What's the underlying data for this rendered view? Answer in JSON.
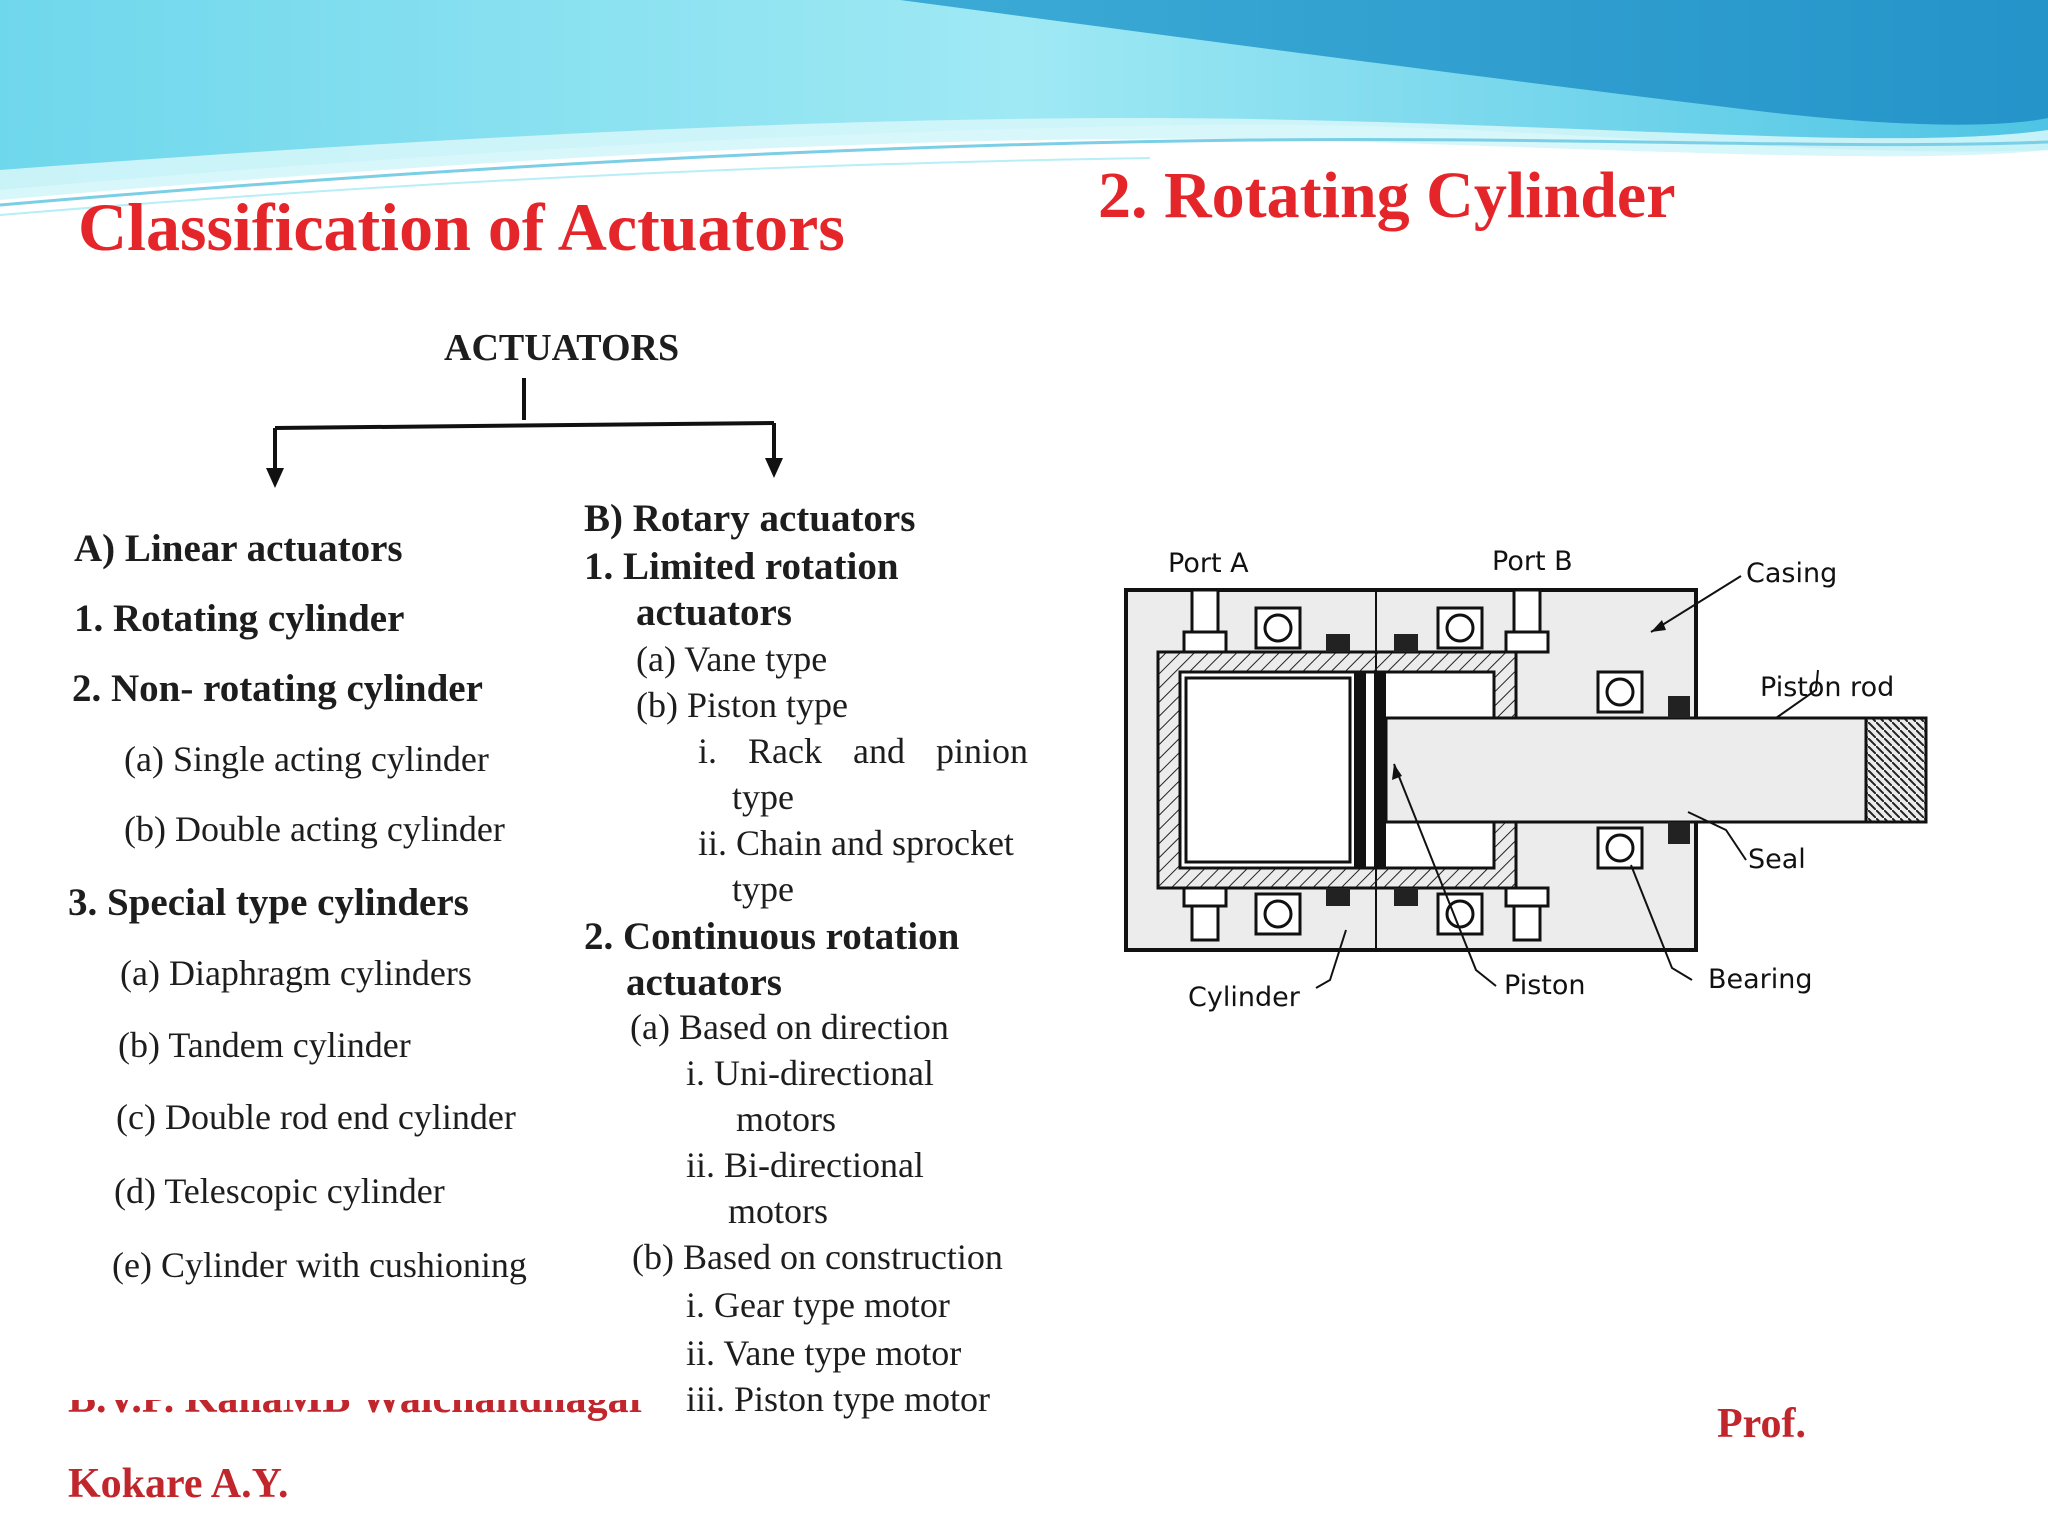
{
  "slide": {
    "title_left": "Classification of Actuators",
    "title_right": "2. Rotating Cylinder"
  },
  "tree": {
    "root": "ACTUATORS",
    "linear": {
      "heading": "A) Linear actuators",
      "items": [
        "1. Rotating cylinder",
        "2. Non- rotating cylinder",
        "(a) Single acting cylinder",
        "(b) Double acting cylinder",
        "3. Special type cylinders",
        "(a) Diaphragm cylinders",
        "(b) Tandem cylinder",
        "(c) Double rod end cylinder",
        "(d) Telescopic cylinder",
        "(e) Cylinder with cushioning"
      ]
    },
    "rotary": {
      "heading": "B) Rotary actuators",
      "items": [
        "1. Limited rotation",
        "actuators",
        "(a) Vane type",
        "(b) Piston type",
        "i. Rack and pinion",
        "type",
        "ii. Chain and sprocket",
        "type",
        "2. Continuous rotation",
        "actuators",
        "(a) Based on direction",
        "i. Uni-directional",
        "motors",
        "ii. Bi-directional",
        "motors",
        "(b) Based on construction",
        "i. Gear type motor",
        "ii. Vane type motor",
        "iii. Piston type motor"
      ]
    }
  },
  "figure": {
    "labels": {
      "port_a": "Port A",
      "port_b": "Port B",
      "casing": "Casing",
      "piston_rod": "Piston rod",
      "seal": "Seal",
      "cylinder": "Cylinder",
      "piston": "Piston",
      "bearing": "Bearing"
    }
  },
  "footer": {
    "cut_line": "B.V.P. KanaMB Walchandnagar",
    "name": "Kokare A.Y.",
    "right": "Prof."
  },
  "colors": {
    "title": "#e4262b",
    "footer": "#c0262b",
    "banner_light": "#a8ecf4",
    "banner_dark": "#3bb4dc"
  }
}
